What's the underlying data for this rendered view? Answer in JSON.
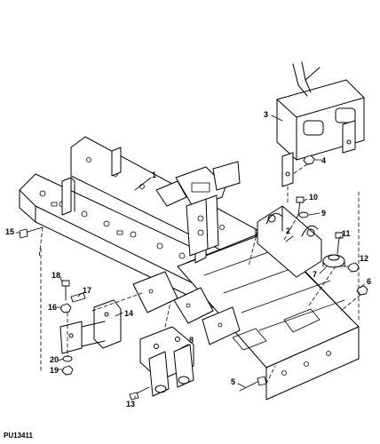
{
  "figure_id": "PU13411",
  "callouts": [
    {
      "label": "1"
    },
    {
      "label": "2"
    },
    {
      "label": "3"
    },
    {
      "label": "4"
    },
    {
      "label": "5"
    },
    {
      "label": "6"
    },
    {
      "label": "7"
    },
    {
      "label": "8"
    },
    {
      "label": "9"
    },
    {
      "label": "10"
    },
    {
      "label": "11"
    },
    {
      "label": "12"
    },
    {
      "label": "13"
    },
    {
      "label": "14"
    },
    {
      "label": "15"
    },
    {
      "label": "16"
    },
    {
      "label": "17"
    },
    {
      "label": "18"
    },
    {
      "label": "19"
    },
    {
      "label": "20"
    }
  ]
}
